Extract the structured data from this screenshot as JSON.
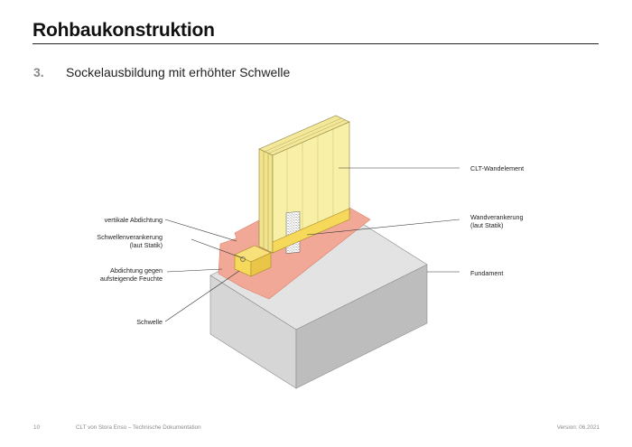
{
  "header": {
    "title": "Rohbaukonstruktion"
  },
  "section": {
    "number": "3.",
    "title": "Sockelausbildung mit erhöhter Schwelle"
  },
  "labels": {
    "vertical_seal": "vertikale Abdichtung",
    "sill_anchor": "Schwellenverankerung\n(laut Statik)",
    "rising_damp_seal": "Abdichtung gegen\naufsteigende Feuchte",
    "sill": "Schwelle",
    "clt_wall": "CLT-Wandelement",
    "wall_anchor": "Wandverankerung\n(laut Statik)",
    "foundation": "Fundament"
  },
  "footer": {
    "page_number": "10",
    "document": "CLT von Stora Enso – Technische Dokumentation",
    "version": "Version: 06.2021"
  },
  "colors": {
    "clt_wood": "#f7f0a6",
    "sill_wood": "#f6d85a",
    "seal": "#f2a896",
    "concrete": "#dcdcdc"
  }
}
